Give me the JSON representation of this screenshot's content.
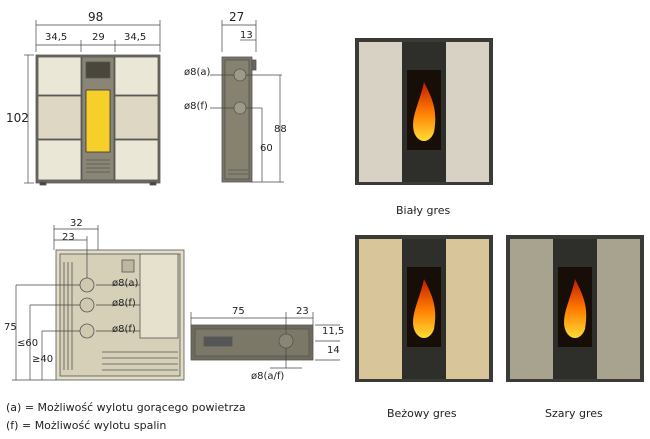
{
  "front_view": {
    "total_width": "98",
    "seg_left": "34,5",
    "seg_mid": "29",
    "seg_right": "34,5",
    "height": "102"
  },
  "side_view": {
    "depth": "27",
    "pipe_offset": "13",
    "pipe_a": "ø8(a)",
    "pipe_f": "ø8(f)",
    "height_a": "88",
    "height_f": "60"
  },
  "back_view": {
    "dim_outer": "32",
    "dim_inner": "23",
    "pipe_a": "ø8(a)",
    "pipe_f1": "ø8(f)",
    "pipe_f2": "ø8(f)",
    "h75": "75",
    "h60": "≤60",
    "h40": "≥40"
  },
  "top_view": {
    "width": "75",
    "offset": "23",
    "d11": "11,5",
    "d14": "14",
    "pipe": "ø8(a/f)"
  },
  "legend": [
    {
      "key": "(a)",
      "eq": "=",
      "text": "Możliwość wylotu gorącego powietrza"
    },
    {
      "key": "(f)",
      "eq": "=",
      "text": "Możliwość wylotu spalin"
    }
  ],
  "variants": [
    {
      "name": "Biały gres",
      "color": "#d8d2c4"
    },
    {
      "name": "Beżowy gres",
      "color": "#d9c59a"
    },
    {
      "name": "Szary gres",
      "color": "#a8a38e"
    }
  ]
}
